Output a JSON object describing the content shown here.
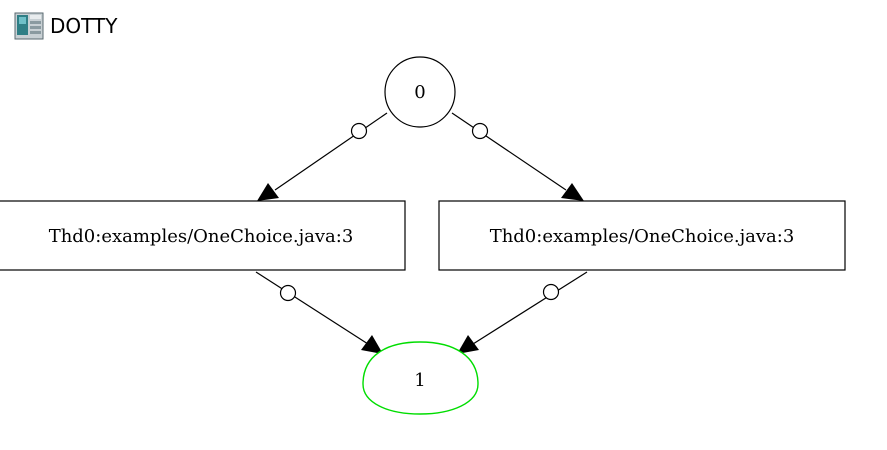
{
  "window": {
    "title": "DOTTY",
    "icon": "dotty-app-icon"
  },
  "graph": {
    "nodes": [
      {
        "id": "n0",
        "label": "0",
        "shape": "circle",
        "color": "#000000"
      },
      {
        "id": "n_left",
        "label": "Thd0:examples/OneChoice.java:3",
        "shape": "box",
        "color": "#000000"
      },
      {
        "id": "n_right",
        "label": "Thd0:examples/OneChoice.java:3",
        "shape": "box",
        "color": "#000000"
      },
      {
        "id": "n1",
        "label": "1",
        "shape": "ellipse",
        "color": "#00dd00"
      }
    ],
    "edges": [
      {
        "from": "n0",
        "to": "n_left",
        "tail": "odot",
        "head": "normal"
      },
      {
        "from": "n0",
        "to": "n_right",
        "tail": "odot",
        "head": "normal"
      },
      {
        "from": "n_left",
        "to": "n1",
        "tail": "odot",
        "head": "normal"
      },
      {
        "from": "n_right",
        "to": "n1",
        "tail": "odot",
        "head": "normal"
      }
    ]
  }
}
